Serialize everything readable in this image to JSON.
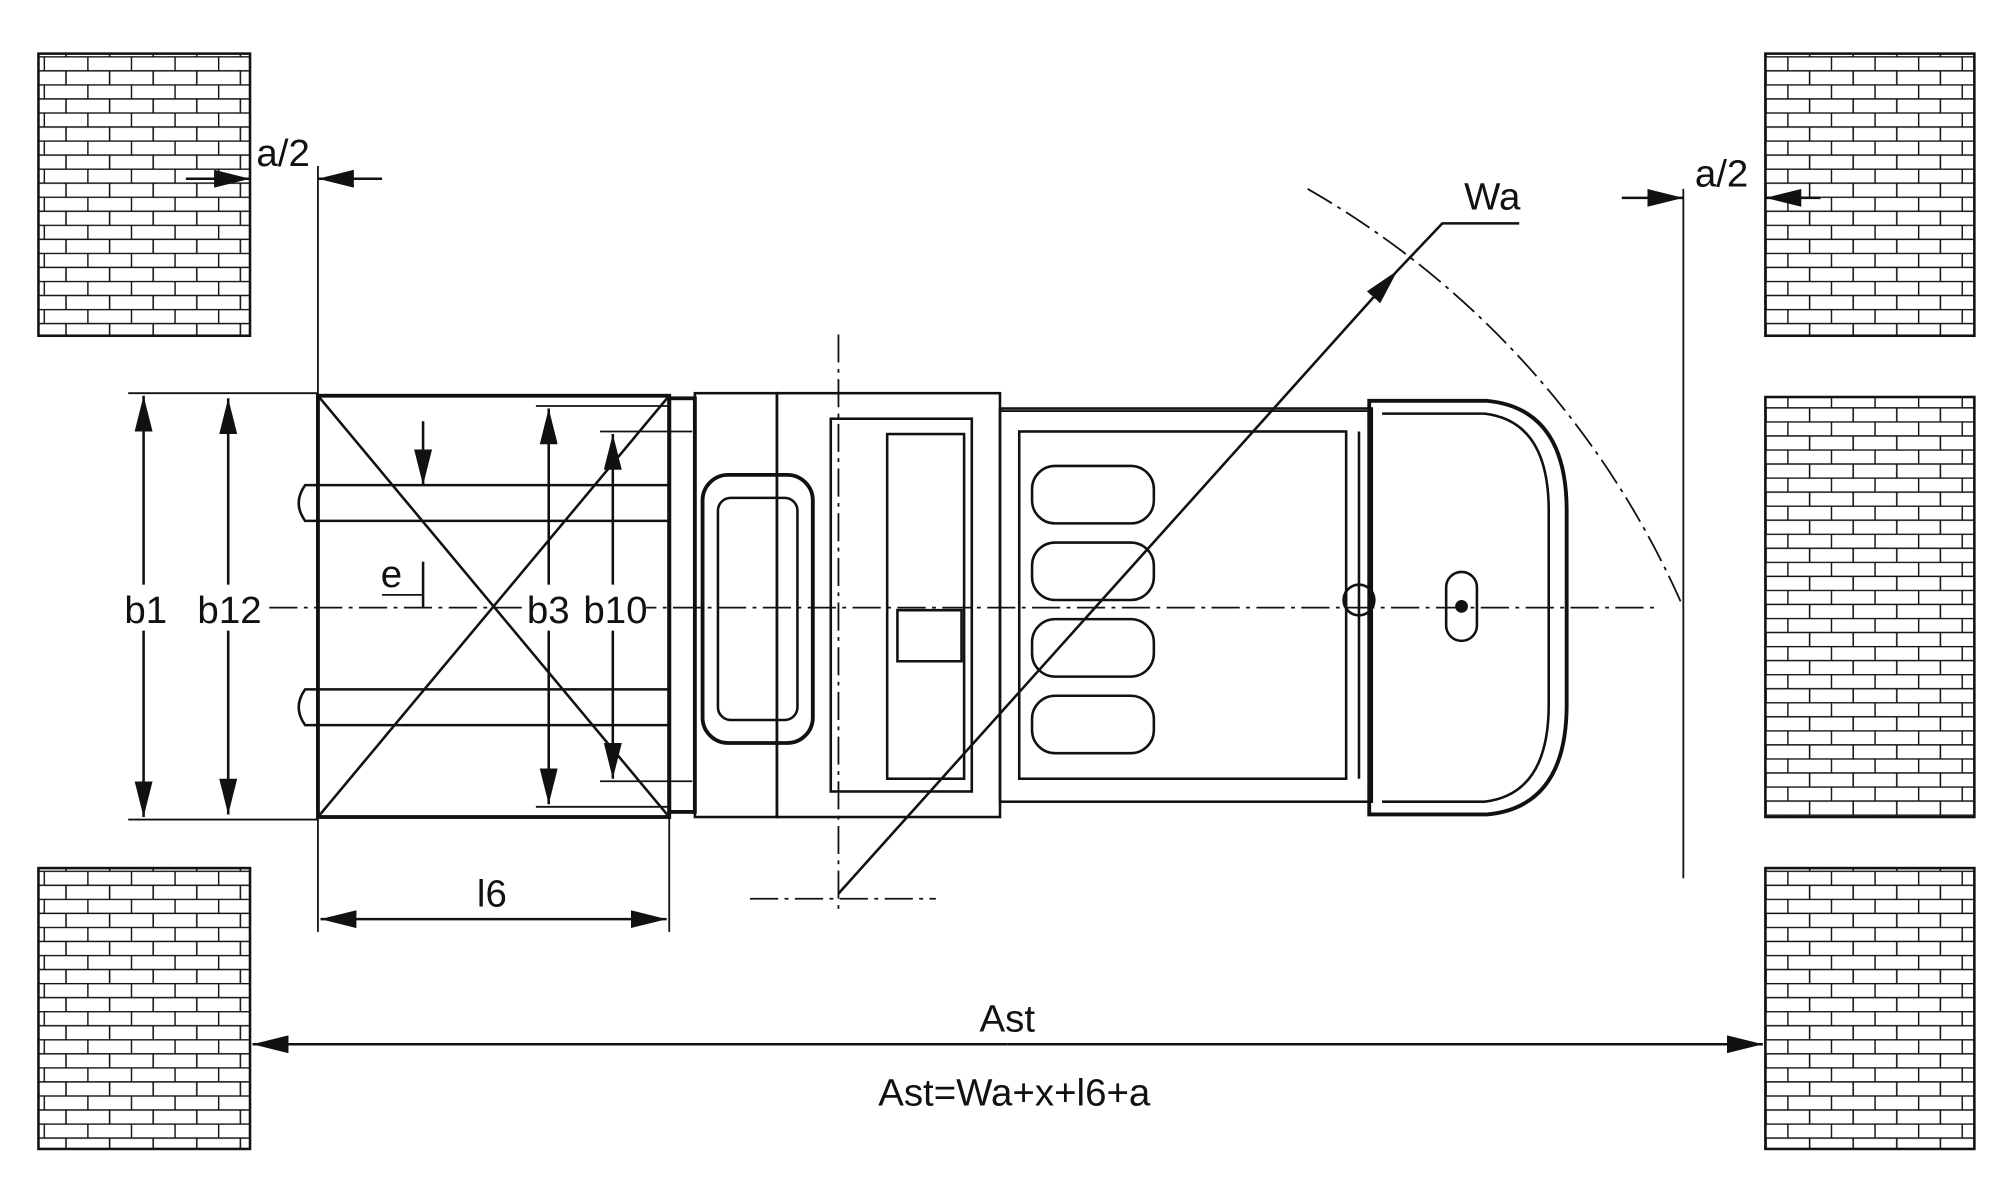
{
  "diagram": {
    "labels": {
      "a_half_left": "a/2",
      "a_half_right": "a/2",
      "wa": "Wa",
      "b1": "b1",
      "b12": "b12",
      "e": "e",
      "b3": "b3",
      "b10": "b10",
      "l6": "l6",
      "ast": "Ast",
      "formula": "Ast=Wa+x+l6+a"
    },
    "colors": {
      "line": "#111111",
      "background": "#ffffff"
    }
  }
}
